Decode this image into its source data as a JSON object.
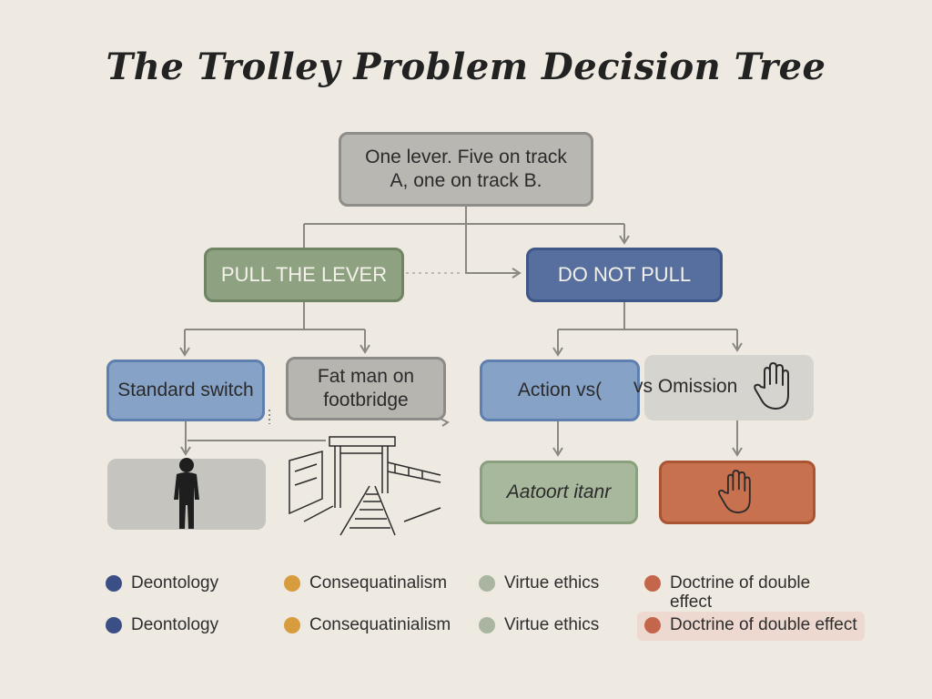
{
  "title": "The Trolley Problem Decision Tree",
  "root": {
    "text": "One lever. Five on track A, one on track B."
  },
  "branches": {
    "pull": "PULL THE LEVER",
    "no_pull": "DO NOT PULL"
  },
  "cases": {
    "standard_switch": "Standard switch",
    "fat_man": "Fat man on footbridge",
    "action": "Action vs(",
    "omission": "vs Omission",
    "leaf3": "Aatoort itanr"
  },
  "legend": {
    "row1": [
      "Deontology",
      "Consequatinalism",
      "Virtue ethics",
      "Doctrine of double effect"
    ],
    "row2": [
      "Deontology",
      "Consequatinialism",
      "Virtue ethics",
      "Doctrine of double effect"
    ],
    "colors": {
      "deontology": "#3b4f86",
      "consequentialism": "#d69c3d",
      "virtue": "#a9b5a0",
      "double_effect": "#c4664b"
    }
  },
  "icons": [
    "person-silhouette-icon",
    "footbridge-track-icon",
    "open-hand-icon",
    "raised-hand-icon"
  ]
}
